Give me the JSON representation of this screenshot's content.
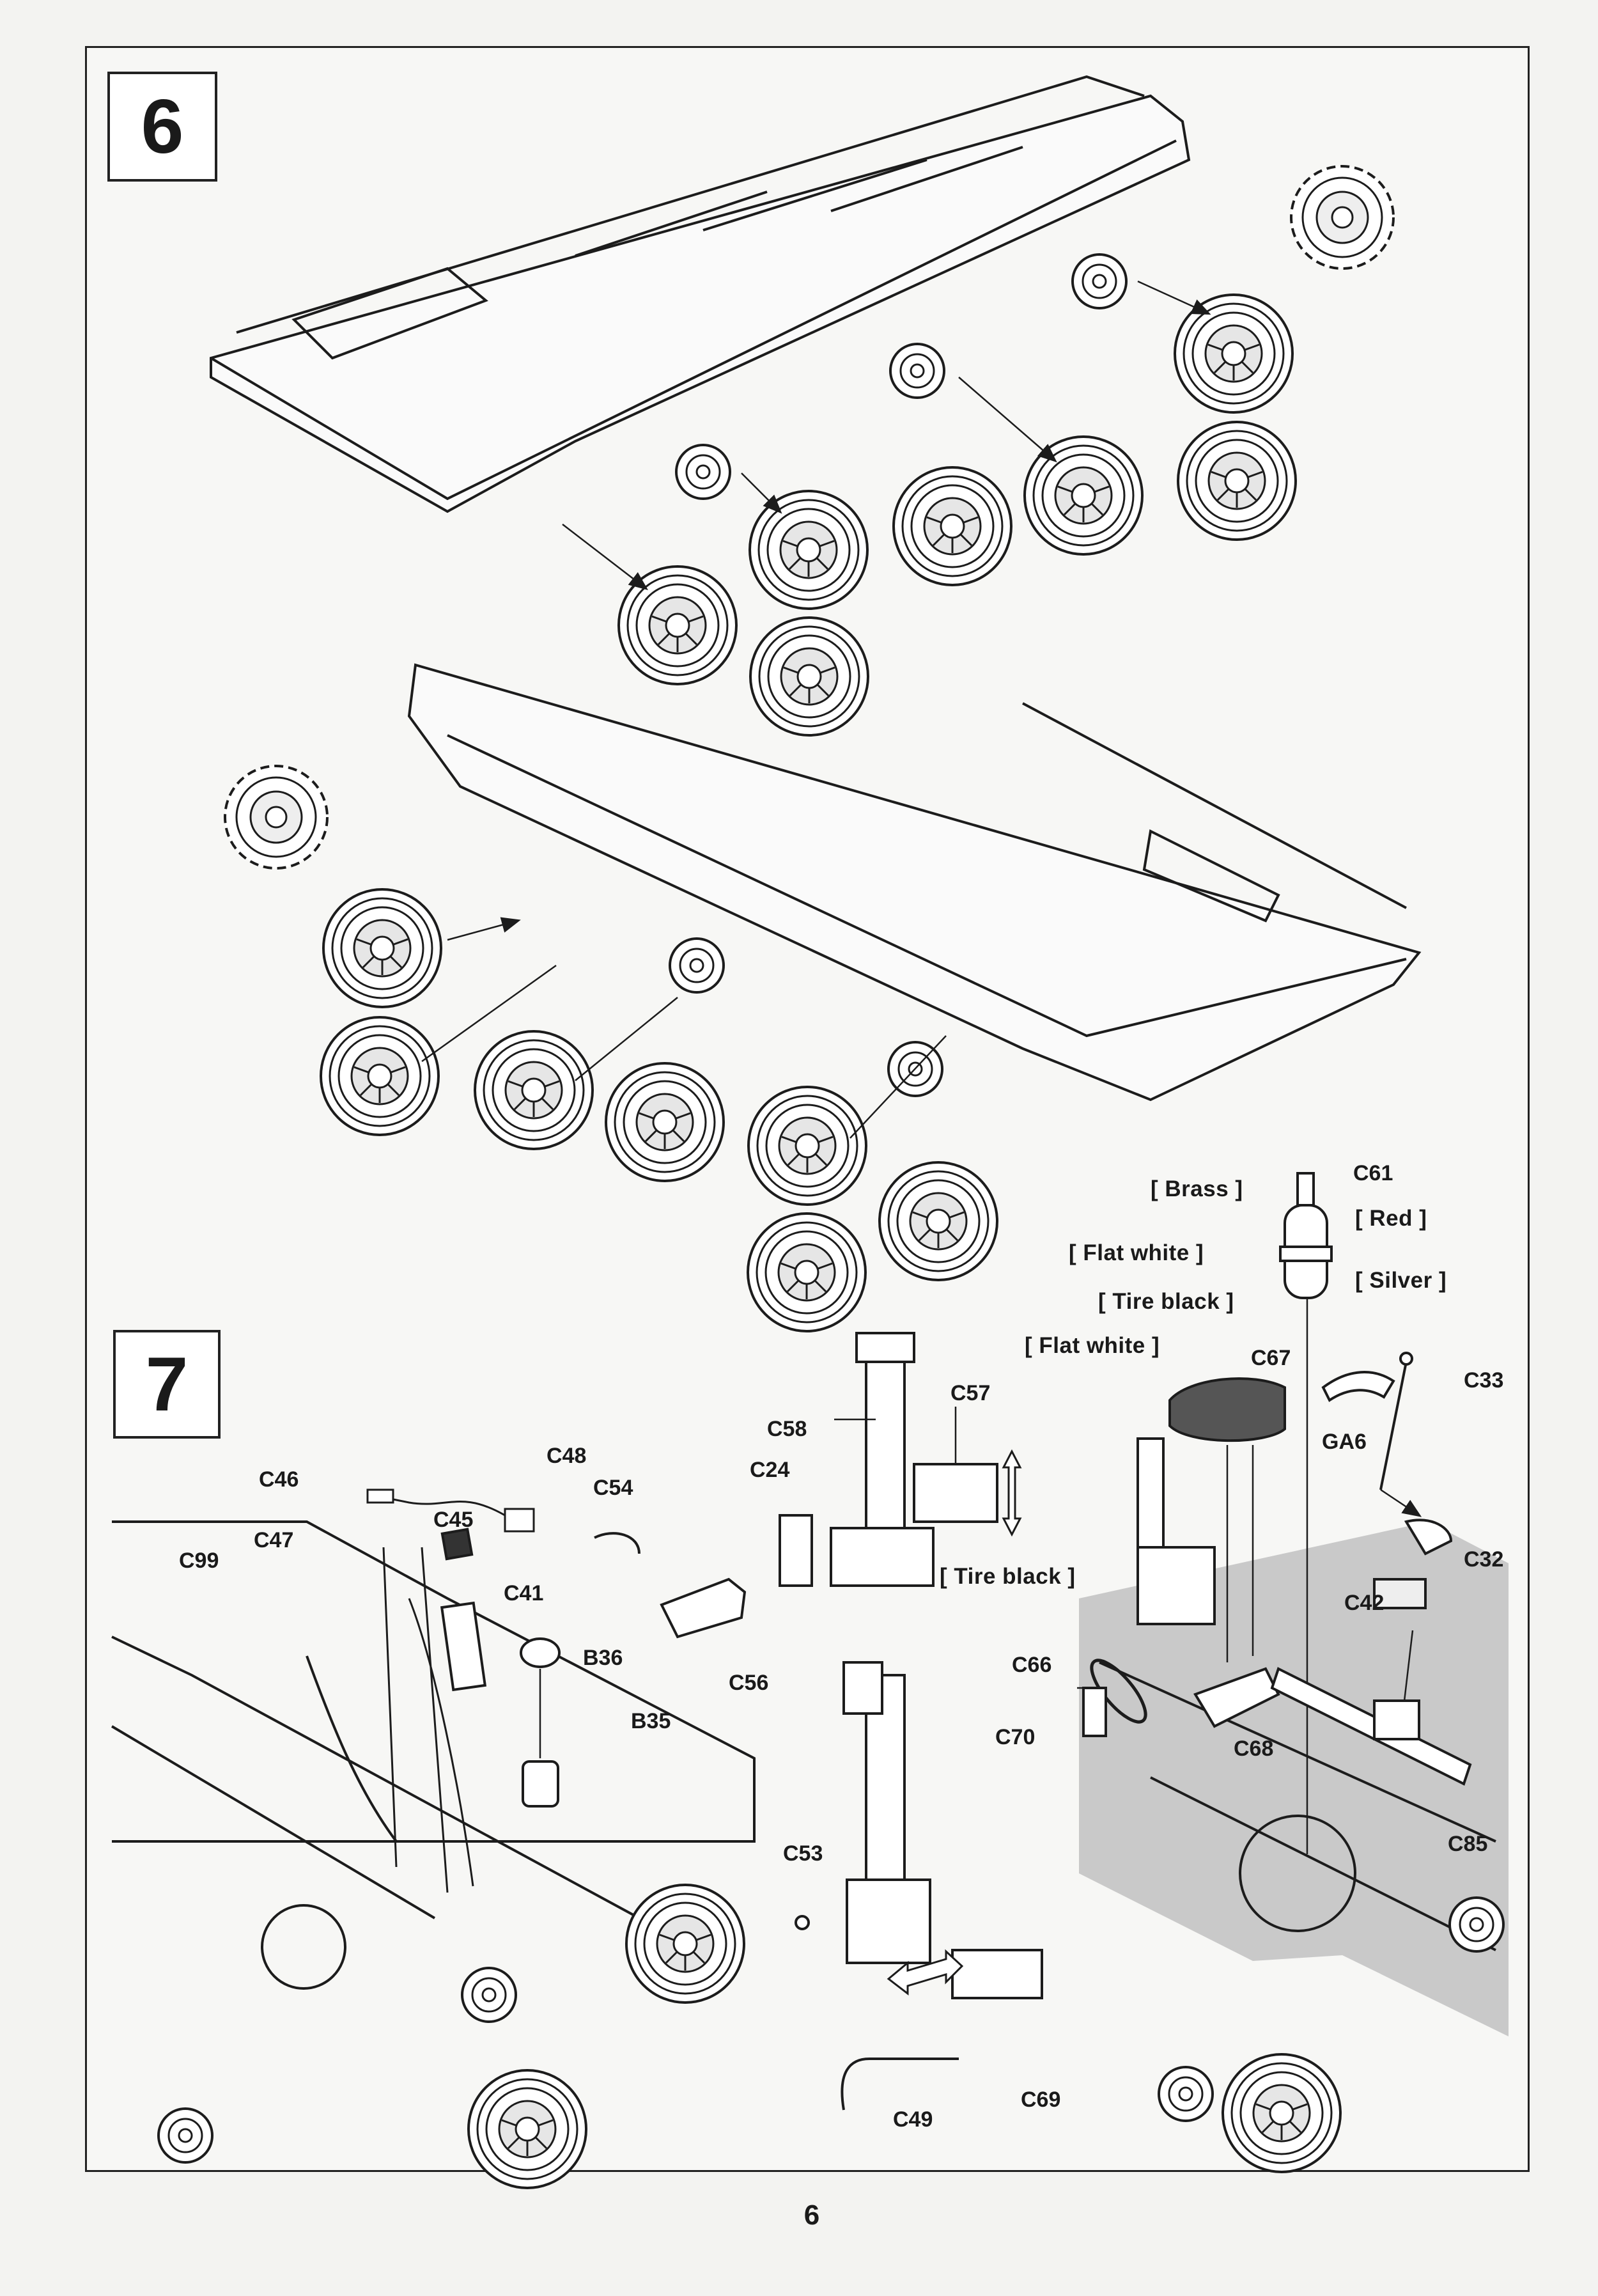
{
  "steps": [
    {
      "number": "6"
    },
    {
      "number": "7"
    }
  ],
  "part_labels": {
    "c61": "C61",
    "c67": "C67",
    "c33": "C33",
    "ga6": "GA6",
    "c32": "C32",
    "c42": "C42",
    "c85": "C85",
    "c68": "C68",
    "c66": "C66",
    "c70": "C70",
    "c57": "C57",
    "c58": "C58",
    "c24": "C24",
    "c56": "C56",
    "c54": "C54",
    "c46": "C46",
    "c48": "C48",
    "c45": "C45",
    "c47": "C47",
    "c99": "C99",
    "c41": "C41",
    "b36": "B36",
    "b35": "B35",
    "c53": "C53",
    "c49": "C49",
    "c69": "C69"
  },
  "paint_callouts": {
    "brass": "[ Brass ]",
    "red": "[ Red ]",
    "flat_white_1": "[ Flat white ]",
    "silver": "[ Silver ]",
    "tire_black_1": "[ Tire black ]",
    "flat_white_2": "[ Flat white ]",
    "tire_black_2": "[ Tire black ]"
  },
  "page_number": "6",
  "colors": {
    "line": "#1c1c1c",
    "shaded_area": "#c9c9c9",
    "paper": "#f7f7f5"
  },
  "icons": [
    "double-arrow-vertical-icon",
    "double-arrow-diagonal-icon"
  ]
}
